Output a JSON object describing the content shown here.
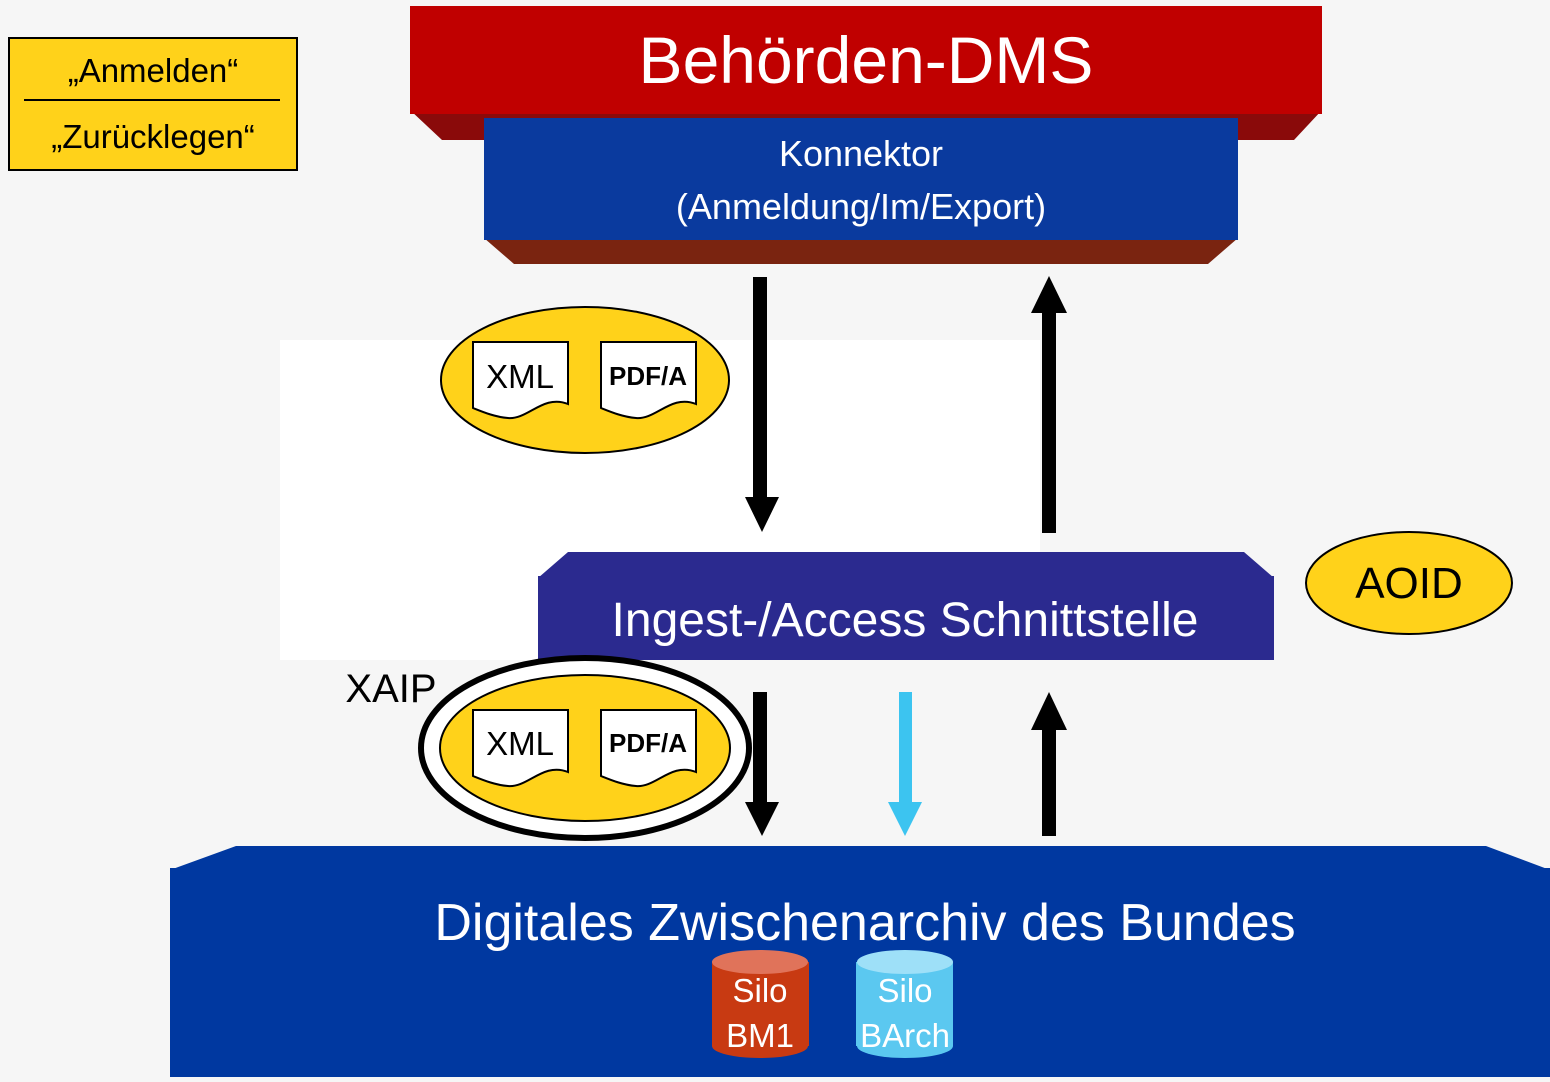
{
  "legend": {
    "line1": "„Anmelden“",
    "line2": "„Zurücklegen“"
  },
  "dms": {
    "title": "Behörden-DMS"
  },
  "connector": {
    "line1": "Konnektor",
    "line2": "(Anmeldung/Im/Export)"
  },
  "packages": {
    "upper": {
      "doc1": "XML",
      "doc2": "PDF/A"
    },
    "lower": {
      "doc1": "XML",
      "doc2": "PDF/A",
      "label": "XAIP"
    }
  },
  "interface": {
    "title": "Ingest-/Access Schnittstelle"
  },
  "aoid": {
    "label": "AOID"
  },
  "archive": {
    "title": "Digitales Zwischenarchiv des Bundes",
    "silos": [
      {
        "line1": "Silo",
        "line2": "BM1",
        "color": "#c83a12"
      },
      {
        "line1": "Silo",
        "line2": "BArch",
        "color": "#5bc8f0"
      }
    ]
  },
  "colors": {
    "dms": "#c00000",
    "dms_side": "#8a0a0a",
    "connector": "#0a3a9e",
    "connector_base": "#7a2410",
    "interface": "#2b2a8f",
    "archive": "#0038a0",
    "package": "#ffd21a",
    "arrow": "#000000",
    "arrow_light": "#3cc4f0"
  }
}
